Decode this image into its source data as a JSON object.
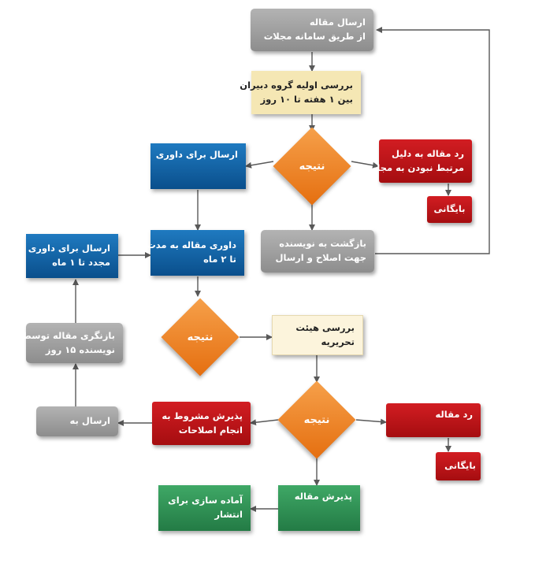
{
  "nodes": {
    "submit": [
      "ارسال مقاله",
      "از طریق سامانه مجلات"
    ],
    "initial_review": [
      "بررسی اولیه گروه دبیران",
      "بین ۱ هفته تا ۱۰ روز"
    ],
    "send_review": [
      "ارسال برای داوری"
    ],
    "reject_unrelated": [
      "رد مقاله به دلیل",
      "مرتبط نبودن به مجله"
    ],
    "archive1": [
      "بایگانی"
    ],
    "return_author": [
      "بازگشت به نویسنده",
      "جهت اصلاح و ارسال"
    ],
    "peer_review": [
      "داوری مقاله به مدت",
      "تا ۲ ماه"
    ],
    "re_review": [
      "ارسال برای داوری",
      "مجدد   تا ۱ ماه"
    ],
    "revision_author": [
      "بازنگری مقاله توسط",
      "نویسنده   ۱۵ روز"
    ],
    "board_review": [
      "بررسی هیئت",
      "تحریریه"
    ],
    "conditional": [
      "پذیرش مشروط به",
      "انجام اصلاحات"
    ],
    "send_to": [
      "ارسال به"
    ],
    "reject": [
      "رد مقاله"
    ],
    "archive2": [
      "بایگانی"
    ],
    "accept": [
      "پذیرش مقاله"
    ],
    "prepare_pub": [
      "آماده سازی برای",
      "انتشار"
    ]
  },
  "decision_label": "نتیجه",
  "colors": {
    "gray": "#9e9e9e",
    "blue": "#0b5394",
    "red": "#b71217",
    "green": "#2e8b57",
    "orange": "#ee8626",
    "cream": "#f5e7b4",
    "arrow": "#595959"
  }
}
